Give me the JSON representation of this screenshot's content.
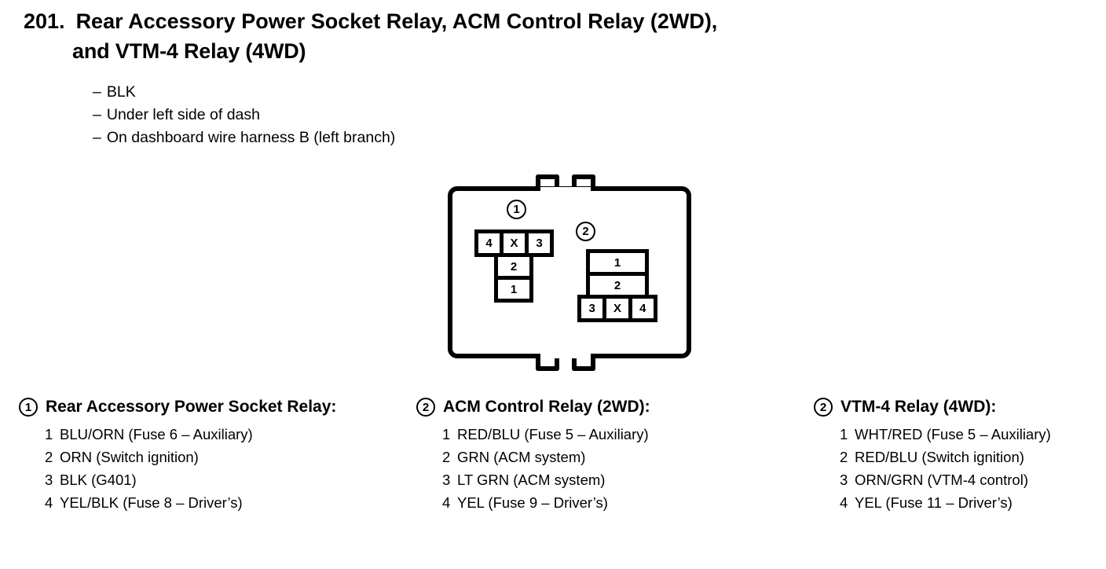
{
  "document": {
    "section_number": "201.",
    "title_line_1": "Rear Accessory Power Socket Relay, ACM Control Relay (2WD),",
    "title_line_2": "and VTM-4 Relay (4WD)",
    "notes": [
      {
        "dash": "–",
        "text": "BLK"
      },
      {
        "dash": "–",
        "text": "Under left side of dash"
      },
      {
        "dash": "–",
        "text": "On dashboard wire harness B (left branch)"
      }
    ]
  },
  "connector_diagram": {
    "marker_1": "1",
    "marker_2": "2",
    "connector_1": {
      "top_row": [
        "4",
        "X",
        "3"
      ],
      "lower_cells": [
        "2",
        "1"
      ]
    },
    "connector_2": {
      "upper_cells": [
        "1",
        "2"
      ],
      "bottom_row": [
        "3",
        "X",
        "4"
      ]
    }
  },
  "legends": [
    {
      "marker": "1",
      "title": "Rear Accessory Power Socket Relay:",
      "items": [
        {
          "num": "1",
          "text": "BLU/ORN (Fuse 6 – Auxiliary)"
        },
        {
          "num": "2",
          "text": "ORN (Switch ignition)"
        },
        {
          "num": "3",
          "text": "BLK (G401)"
        },
        {
          "num": "4",
          "text": "YEL/BLK (Fuse 8 – Driver’s)"
        }
      ]
    },
    {
      "marker": "2",
      "title": "ACM Control Relay (2WD):",
      "items": [
        {
          "num": "1",
          "text": "RED/BLU (Fuse 5 – Auxiliary)"
        },
        {
          "num": "2",
          "text": "GRN (ACM system)"
        },
        {
          "num": "3",
          "text": "LT GRN (ACM system)"
        },
        {
          "num": "4",
          "text": "YEL (Fuse 9 – Driver’s)"
        }
      ]
    },
    {
      "marker": "2",
      "title": "VTM-4 Relay (4WD):",
      "items": [
        {
          "num": "1",
          "text": "WHT/RED (Fuse 5 – Auxiliary)"
        },
        {
          "num": "2",
          "text": "RED/BLU (Switch ignition)"
        },
        {
          "num": "3",
          "text": "ORN/GRN (VTM-4 control)"
        },
        {
          "num": "4",
          "text": "YEL (Fuse 11 – Driver’s)"
        }
      ]
    }
  ]
}
